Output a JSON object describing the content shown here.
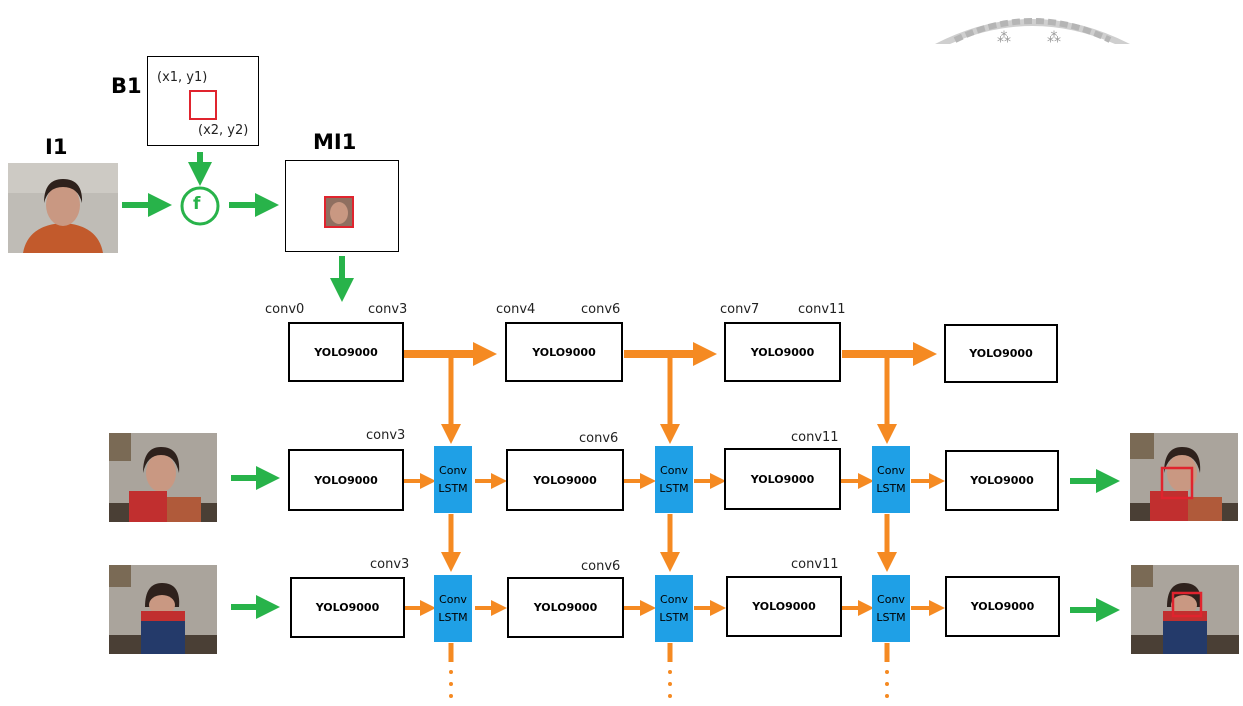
{
  "labels": {
    "b1": "B1",
    "i1": "I1",
    "mi1": "MI1",
    "tl": "(x1, y1)",
    "br": "(x2, y2)",
    "f": "f"
  },
  "row0": {
    "layers": [
      "conv0",
      "conv3",
      "conv4",
      "conv6",
      "conv7",
      "conv11"
    ],
    "boxes": [
      "YOLO9000",
      "YOLO9000",
      "YOLO9000",
      "YOLO9000"
    ]
  },
  "row1": {
    "layers": [
      "conv3",
      "conv6",
      "conv11"
    ],
    "boxes": [
      "YOLO9000",
      "YOLO9000",
      "YOLO9000",
      "YOLO9000"
    ],
    "lstm": [
      "Conv",
      "LSTM"
    ]
  },
  "row2": {
    "layers": [
      "conv3",
      "conv6",
      "conv11"
    ],
    "boxes": [
      "YOLO9000",
      "YOLO9000",
      "YOLO9000",
      "YOLO9000"
    ],
    "lstm": [
      "Conv",
      "LSTM"
    ]
  },
  "colors": {
    "green": "#28b34a",
    "orange": "#f58a22",
    "blue": "#1fa0e6",
    "red": "#e0242e"
  },
  "icons": [
    "university-seal-icon",
    "person-photo-icon"
  ]
}
